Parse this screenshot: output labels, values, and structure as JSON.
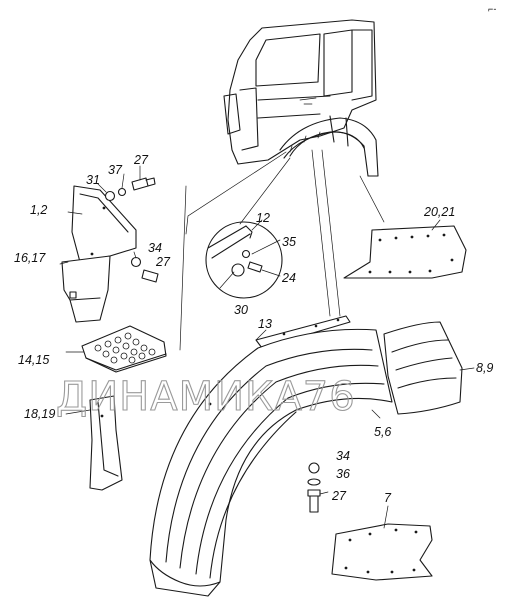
{
  "watermark": "ДИНАМИКА76",
  "corner_mark": "⌐-",
  "parts": {
    "p1_2": "1,2",
    "p16_17": "16,17",
    "p14_15": "14,15",
    "p18_19": "18,19",
    "p31": "31",
    "p37": "37",
    "p27a": "27",
    "p34a": "34",
    "p27b": "27",
    "p12": "12",
    "p35": "35",
    "p24": "24",
    "p30": "30",
    "p13": "13",
    "p20_21": "20,21",
    "p8_9": "8,9",
    "p5_6": "5,6",
    "p34b": "34",
    "p36": "36",
    "p27c": "27",
    "p7": "7"
  }
}
